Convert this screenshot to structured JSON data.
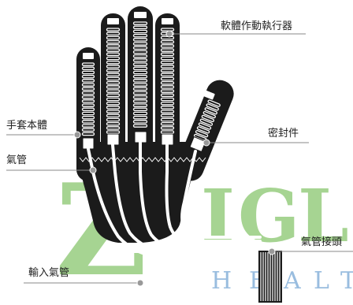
{
  "labels": {
    "actuator": "軟體作動執行器",
    "glove_body": "手套本體",
    "air_tube": "氣管",
    "seal": "密封件",
    "tube_connector": "氣管接頭",
    "input_tube": "輸入氣管"
  },
  "watermark": {
    "letters_big": [
      "Z",
      "I",
      "G",
      "L"
    ],
    "letters_small": [
      "H",
      "E",
      "A",
      "L",
      "T"
    ]
  },
  "colors": {
    "glove": "#1b1b1b",
    "tube": "#ffffff",
    "leader": "#888888",
    "dot": "#999999",
    "watermark_green": "#5fb13a",
    "watermark_blue": "#8fb6dc"
  }
}
